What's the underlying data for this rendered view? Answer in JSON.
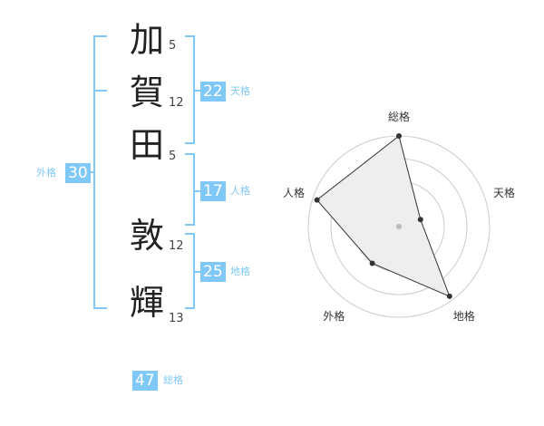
{
  "name": {
    "characters": [
      {
        "char": "加",
        "strokes": "5"
      },
      {
        "char": "賀",
        "strokes": "12"
      },
      {
        "char": "田",
        "strokes": "5"
      },
      {
        "char": "敦",
        "strokes": "12"
      },
      {
        "char": "輝",
        "strokes": "13"
      }
    ]
  },
  "fortunes": {
    "tenkaku": {
      "value": "22",
      "label": "天格"
    },
    "jinkaku": {
      "value": "17",
      "label": "人格"
    },
    "chikaku": {
      "value": "25",
      "label": "地格"
    },
    "gaikaku": {
      "value": "30",
      "label": "外格"
    },
    "soukaku": {
      "value": "47",
      "label": "総格"
    }
  },
  "colors": {
    "accent": "#7fc8f8",
    "text": "#222222",
    "grid": "#cccccc",
    "fill": "#eeeeee",
    "line": "#333333"
  },
  "chart_data": {
    "type": "radar",
    "axes": [
      "総格",
      "天格",
      "地格",
      "外格",
      "人格"
    ],
    "values": [
      1.0,
      0.25,
      0.95,
      0.5,
      0.95
    ],
    "range": [
      0,
      1
    ],
    "rings": 4
  }
}
